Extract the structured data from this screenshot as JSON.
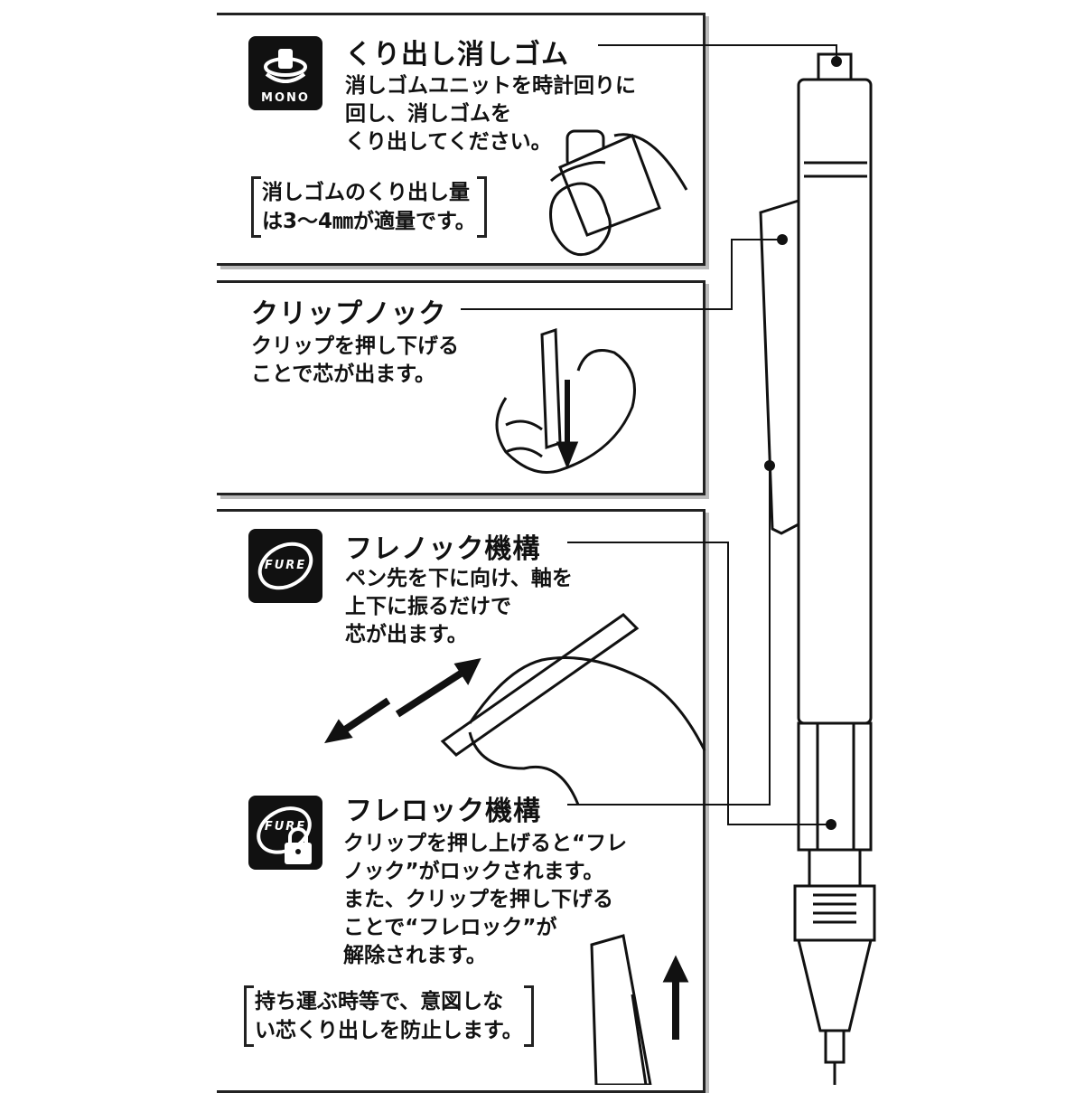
{
  "sections": [
    {
      "title": "くり出し消しゴム",
      "logo": "MONO",
      "body": "消しゴムユニットを時計回りに\n回し、消しゴムを\nくり出してください。",
      "note": "消しゴムのくり出し量\nは3〜4㎜が適量です。"
    },
    {
      "title": "クリップノック",
      "body": "クリップを押し下げる\nことで芯が出ます。"
    },
    {
      "title": "フレノック機構",
      "logo": "FURE",
      "body": "ペン先を下に向け、軸を\n上下に振るだけで\n芯が出ます。"
    },
    {
      "title": "フレロック機構",
      "logo": "FURE",
      "body": "クリップを押し上げると“フレ\nノック”がロックされます。\nまた、クリップを押し下げる\nことで“フレロック”が\n解除されます。",
      "note": "持ち運ぶ時等で、意図しな\nい芯くり出しを防止します。"
    }
  ]
}
